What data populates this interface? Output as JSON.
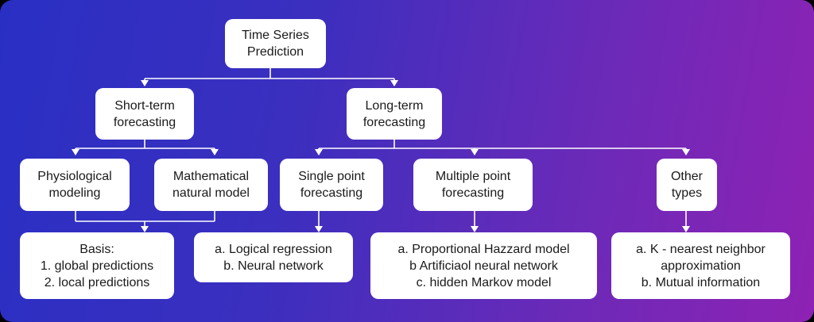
{
  "diagram": {
    "nodes": {
      "root": [
        "Time Series",
        "Prediction"
      ],
      "short_term": [
        "Short-term",
        "forecasting"
      ],
      "long_term": [
        "Long-term",
        "forecasting"
      ],
      "physiological": [
        "Physiological",
        "modeling"
      ],
      "mathematical": [
        "Mathematical",
        "natural model"
      ],
      "single_point": [
        "Single point",
        "forecasting"
      ],
      "multiple_point": [
        "Multiple point",
        "forecasting"
      ],
      "other_types": [
        "Other",
        "types"
      ],
      "basis": [
        "Basis:",
        "1. global predictions",
        "2. local predictions"
      ],
      "single_methods": [
        "a. Logical regression",
        "b. Neural network"
      ],
      "multiple_methods": [
        "a. Proportional Hazzard model",
        "b Artificiaol neural network",
        "c. hidden Markov model"
      ],
      "other_methods": [
        "a. K - nearest neighbor",
        "approximation",
        "b. Mutual information"
      ]
    },
    "colors": {
      "node_fill": "#ffffff",
      "connector": "#ffffff",
      "gradient_start": "#2a2fc4",
      "gradient_end": "#8e22b4"
    }
  }
}
